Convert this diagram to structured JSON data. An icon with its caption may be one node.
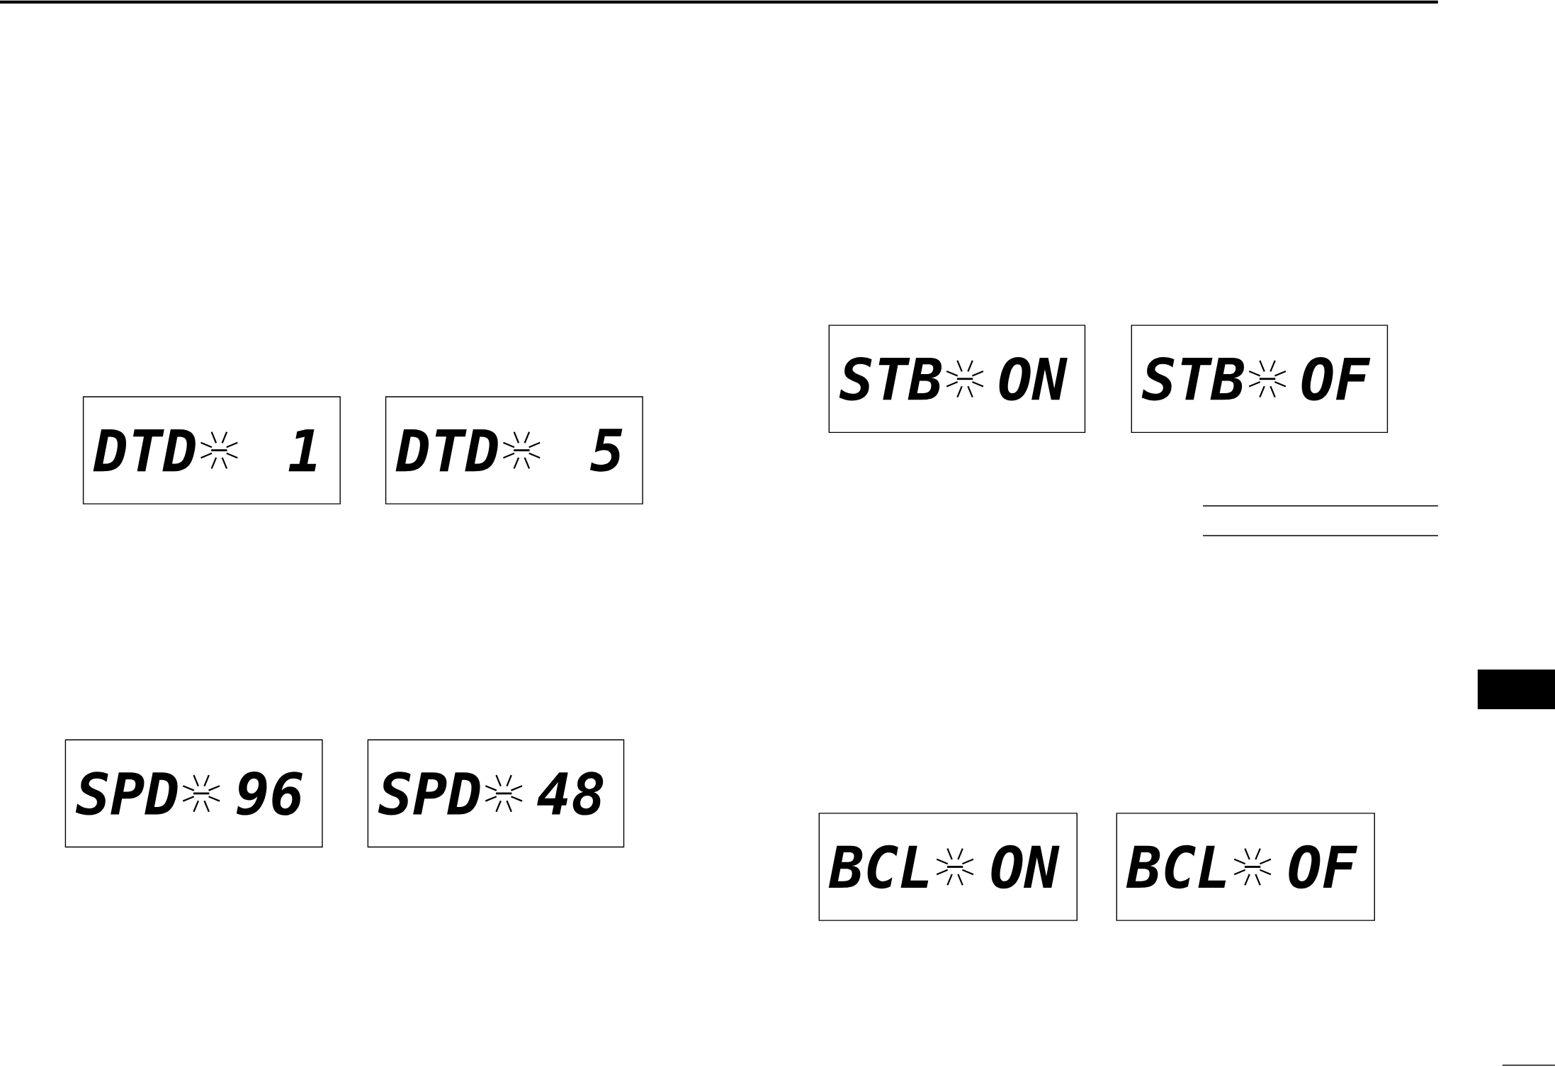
{
  "diagram": {
    "nodes": [
      {
        "text": [
          "DTD",
          "1"
        ]
      },
      {
        "text": [
          "DTD",
          "5"
        ]
      },
      {
        "text": [
          "SPD",
          "96"
        ]
      },
      {
        "text": [
          "SPD",
          "48"
        ]
      },
      {
        "text": [
          "STB",
          "ON"
        ]
      },
      {
        "text": [
          "STB",
          "OF"
        ]
      },
      {
        "text": [
          "BCL",
          "ON"
        ]
      },
      {
        "text": [
          "BCL",
          "OF"
        ]
      },
      {
        "text": [],
        "shape": "bar"
      }
    ]
  }
}
